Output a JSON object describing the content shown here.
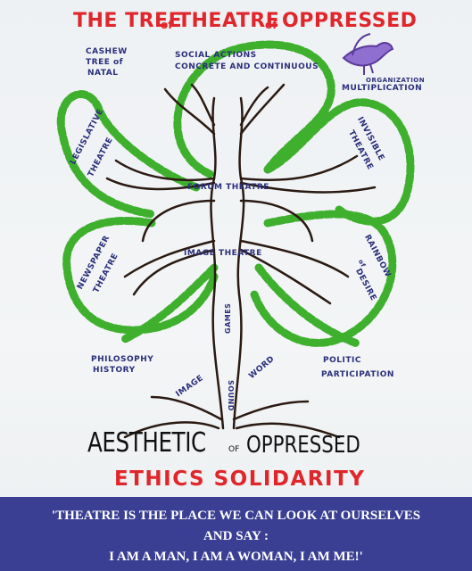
{
  "title": {
    "part1": "THE TREE",
    "of1": "of",
    "part2": "THEATRE",
    "of2": "of",
    "part3": "OPPRESSED"
  },
  "branches": {
    "cashew": [
      "CASHEW",
      "TREE of",
      "NATAL"
    ],
    "social_actions": [
      "SOCIAL ACTIONS",
      "CONCRETE AND CONTINUOUS"
    ],
    "organization": [
      "ORGANIZATION",
      "MULTIPLICATION"
    ],
    "legislative": [
      "LEGISLATIVE",
      "THEATRE"
    ],
    "invisible": [
      "INVISIBLE",
      "THEATRE"
    ],
    "forum": "FORUM THEATRE",
    "newspaper": [
      "NEWSPAPER",
      "THEATRE"
    ],
    "rainbow": [
      "RAINBOW",
      "of",
      "DESIRE"
    ],
    "image_theatre": "IMAGE THEATRE",
    "games": "GAMES",
    "philosophy": [
      "PHILOSOPHY",
      "HISTORY"
    ],
    "politic": [
      "POLITIC",
      "PARTICIPATION"
    ],
    "image": "IMAGE",
    "sound": "SOUND",
    "word": "WORD"
  },
  "roots": {
    "aesthetic": "AESTHETIC",
    "of": "OF",
    "oppressed": "OPPRESSED"
  },
  "values": "ETHICS SOLIDARITY",
  "quote": {
    "line1": "'THEATRE IS THE PLACE WE CAN LOOK AT OURSELVES",
    "line2": "AND SAY :",
    "line3": "I AM A MAN, I AM A WOMAN, I AM ME!'"
  },
  "colors": {
    "title_red": "#e0262b",
    "leaf_green": "#3fb02e",
    "label_blue": "#2a2f7a",
    "trunk": "#2a1a12",
    "bar_blue": "#3a3f93"
  },
  "icons": {
    "bird": "dove-icon"
  }
}
